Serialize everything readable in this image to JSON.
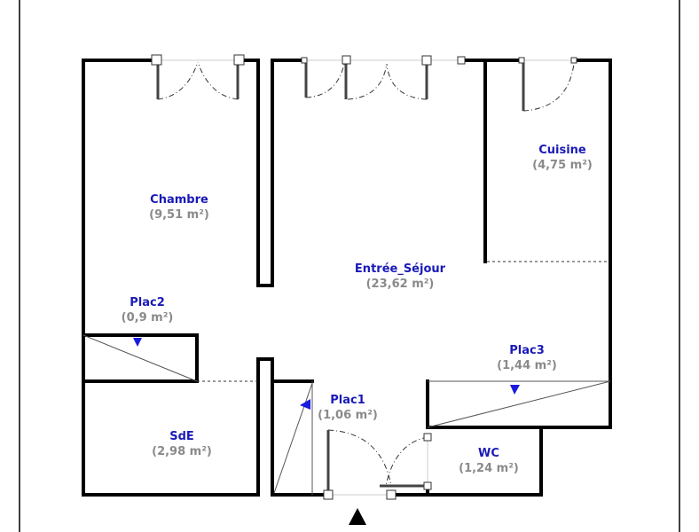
{
  "plan": {
    "rooms": [
      {
        "name": "Chambre",
        "area": "(9,51 m²)"
      },
      {
        "name": "Cuisine",
        "area": "(4,75 m²)"
      },
      {
        "name": "Entrée_Séjour",
        "area": "(23,62 m²)"
      },
      {
        "name": "Plac2",
        "area": "(0,9 m²)"
      },
      {
        "name": "Plac3",
        "area": "(1,44 m²)"
      },
      {
        "name": "Plac1",
        "area": "(1,06 m²)"
      },
      {
        "name": "SdE",
        "area": "(2,98 m²)"
      },
      {
        "name": "WC",
        "area": "(1,24 m²)"
      }
    ],
    "colors": {
      "wall": "#000000",
      "room_name": "#1a1ab8",
      "room_area": "#8a8a8a",
      "arrow": "#1a1ae0"
    }
  }
}
